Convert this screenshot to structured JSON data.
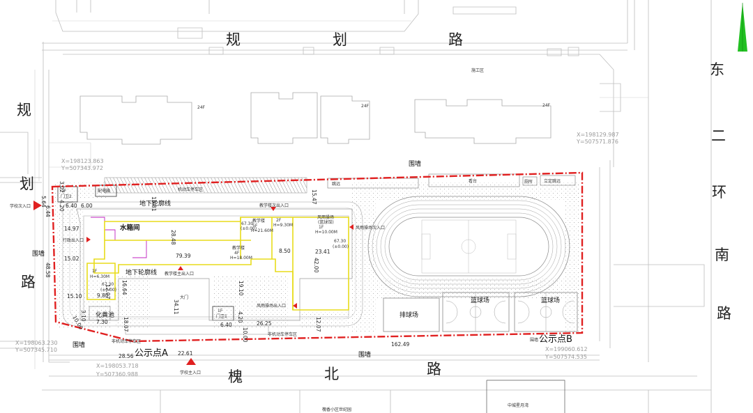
{
  "roads": {
    "north": [
      "规",
      "划",
      "路"
    ],
    "west": [
      "规",
      "划",
      "路"
    ],
    "east": [
      "东",
      "二",
      "环",
      "南",
      "路"
    ],
    "south": [
      "槐",
      "北",
      "路"
    ]
  },
  "buildings": {
    "water_tank": "水箱间",
    "teaching_5f": "教学楼",
    "teaching_5f_floors": "5F",
    "teaching_5f_h": "H=21.60M",
    "teaching_4f": "教学楼",
    "teaching_4f_floors": "4F",
    "teaching_4f_h": "H=18.00M",
    "link_2f_floors": "2F",
    "link_2f_h": "H=9.30M",
    "rain_field": "风雨操场",
    "rain_field_sub": "(篮球馆)",
    "rain_field_floors": "1F",
    "rain_field_h": "H=10.00M",
    "west_1f": "1F",
    "west_1f_h": "H=6.30M",
    "guard1": "门卫1",
    "guard2": "门卫2",
    "guard_floors": "1F",
    "septic": "化粪池",
    "power_room": "配电箱",
    "stand": "看台",
    "toilet": "厕所",
    "stage": "立定跳远",
    "long_jump": "跳远",
    "volleyball": "排球场",
    "basketball1": "篮球场",
    "basketball2": "篮球场",
    "north_tower_label": "24F",
    "site_label": "施工区",
    "gate_label": "大门"
  },
  "labels": {
    "underground_corridor_n": "地下轮廓线",
    "underground_corridor_s": "地下轮廓线",
    "motor_parking": "机动车停车区",
    "bike_parking_w": "非机动车停车区",
    "bike_parking_e": "非机动车停车区",
    "wall_n": "围墙",
    "wall_w": "围墙",
    "wall_sw": "围墙",
    "wall_s": "围墙",
    "wall_e": "围墙",
    "teaching_entry_n": "教学楼次出入口",
    "teaching_entry_s": "教学楼主出入口",
    "rain_entry_e": "风雨操场次入口",
    "rain_entry_s": "风雨操场出入口",
    "walk_entry": "行政出入口",
    "school_entry_w": "学校次入口",
    "school_entry_main": "学校主入口",
    "point_a": "公示点A",
    "point_b": "公示点B",
    "elev1": "67.30",
    "elev1b": "(±0.00)",
    "elev2": "67.30",
    "elev2b": "(±0.00)",
    "elev3": "67.30",
    "elev3b": "(±0.00)",
    "south_block1": "槐香小区世纪园",
    "south_block2": "中城星月湾"
  },
  "coordinates": {
    "nw": [
      "X=198123.863",
      "Y=507343.972"
    ],
    "ne": [
      "X=198129.987",
      "Y=507571.876"
    ],
    "sw": [
      "X=198063.230",
      "Y=507345.710"
    ],
    "s": [
      "X=198053.718",
      "Y=507360.988"
    ],
    "se": [
      "X=199060.612",
      "Y=507574.535"
    ]
  },
  "dimensions": {
    "d564": "5.64",
    "d644": "6.44",
    "d302": "3.02",
    "d640a": "6.40",
    "d420a": "4.20",
    "d600": "6.00",
    "d1581": "15.81",
    "d1547": "15.47",
    "d1497": "14.97",
    "d1502": "15.02",
    "d2848": "28.48",
    "d7939": "79.39",
    "d850": "8.50",
    "d2341": "23.41",
    "d4200": "42.00",
    "d1664": "16.64",
    "d1910a": "19.10",
    "d1510": "15.10",
    "d980": "9.80",
    "d1207": "12.07",
    "d3411": "34.11",
    "d730": "7.30",
    "d310": "3.10",
    "d1807": "18.07",
    "d640b": "6.40",
    "d420b": "4.20",
    "d1000": "10.00",
    "d2625": "26.25",
    "d1207b": "12.07",
    "d4858": "48.58",
    "d1000b": "10.00",
    "d2856": "28.56",
    "d2261": "22.61",
    "d16249": "162.49"
  },
  "colors": {
    "boundary": "#e02020",
    "building": "#e8dc1a",
    "north_arrow": "#22c022",
    "grey": "#bdbdbd"
  }
}
